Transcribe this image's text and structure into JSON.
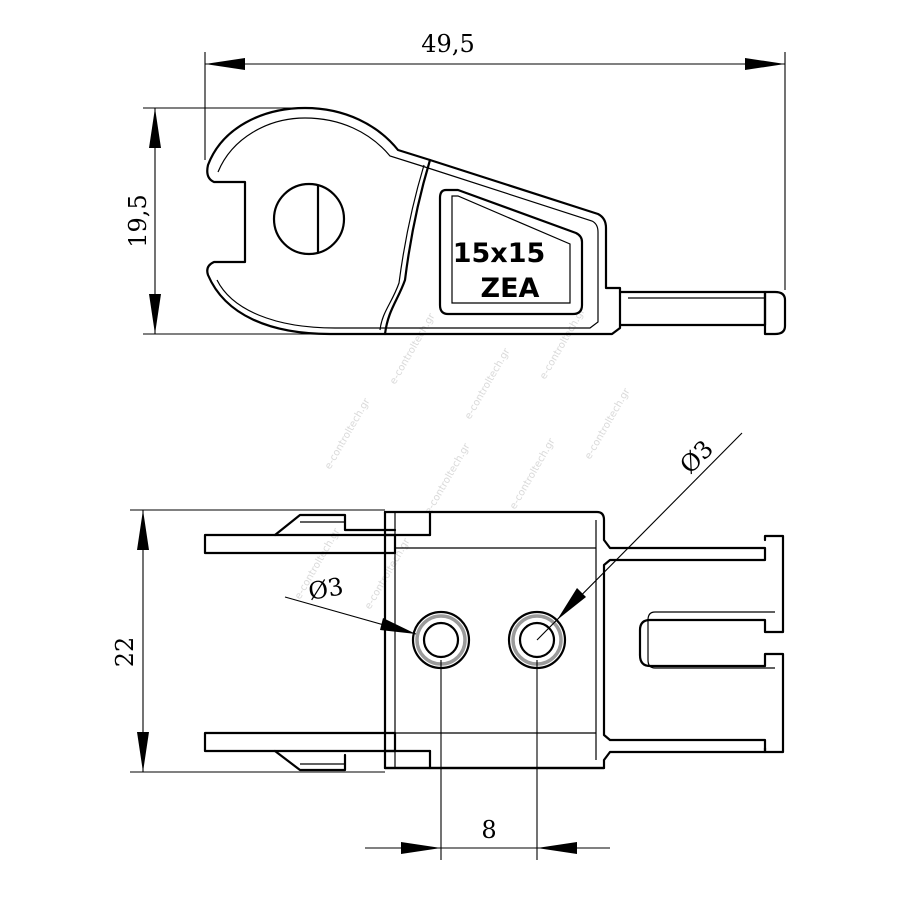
{
  "side_view": {
    "overall_length": "49,5",
    "height": "19,5",
    "marking_line1": "15x15",
    "marking_line2": "ZEA"
  },
  "top_view": {
    "width": "22",
    "hole_spacing": "8",
    "hole_diameter_left": "Ø3",
    "hole_diameter_right": "Ø3"
  },
  "watermark": "e-controltech.gr"
}
